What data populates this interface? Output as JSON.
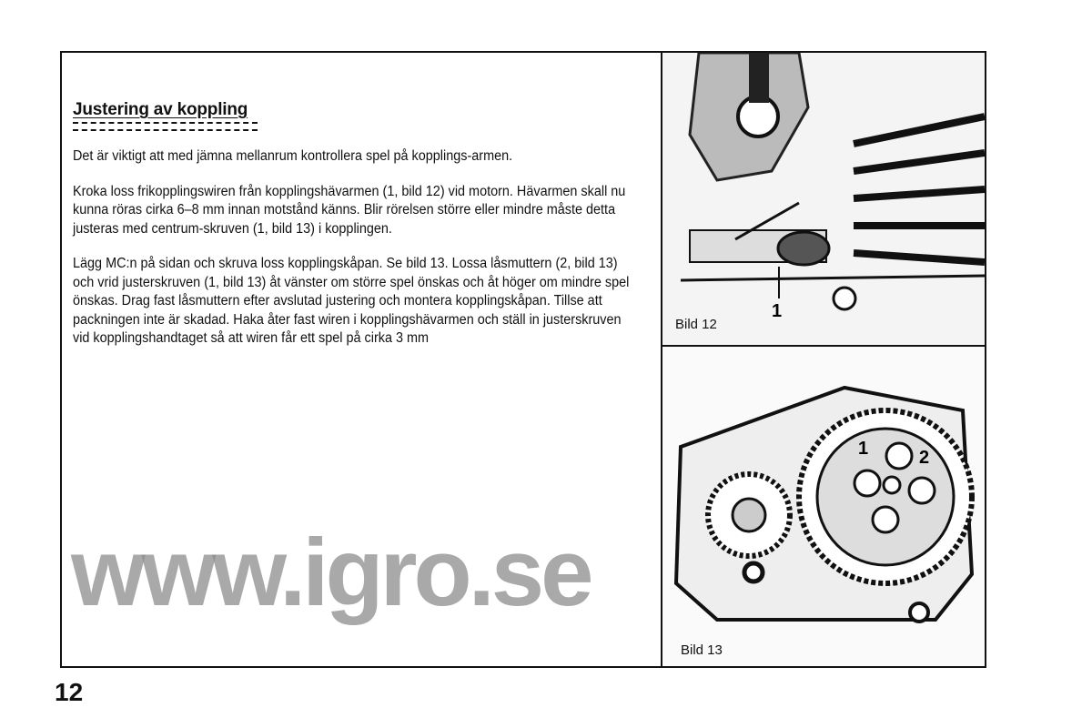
{
  "heading": "Justering av koppling",
  "paragraphs": [
    "Det är viktigt att med jämna mellanrum kontrollera spel på kopplings-armen.",
    "Kroka loss frikopplingswiren från kopplingshävarmen (1, bild 12) vid motorn. Hävarmen skall nu kunna röras cirka 6–8 mm innan motstånd känns. Blir rörelsen större eller mindre måste detta justeras med centrum-skruven (1, bild 13) i kopplingen.",
    "Lägg MC:n på sidan och skruva loss kopplingskåpan. Se bild 13. Lossa låsmuttern (2, bild 13) och vrid justerskruven (1, bild 13) åt vänster om större spel önskas och åt höger om mindre spel önskas. Drag fast låsmuttern efter avslutad justering och montera kopplingskåpan. Tillse att packningen inte är skadad. Haka åter fast wiren i kopplingshävarmen och ställ in justerskruven vid kopplingshandtaget så att wiren får ett spel på cirka 3 mm"
  ],
  "figures": [
    {
      "caption": "Bild 12",
      "labels": [
        "1"
      ]
    },
    {
      "caption": "Bild 13",
      "labels": [
        "1",
        "2"
      ]
    }
  ],
  "page_number": "12",
  "watermark": "www.igro.se"
}
